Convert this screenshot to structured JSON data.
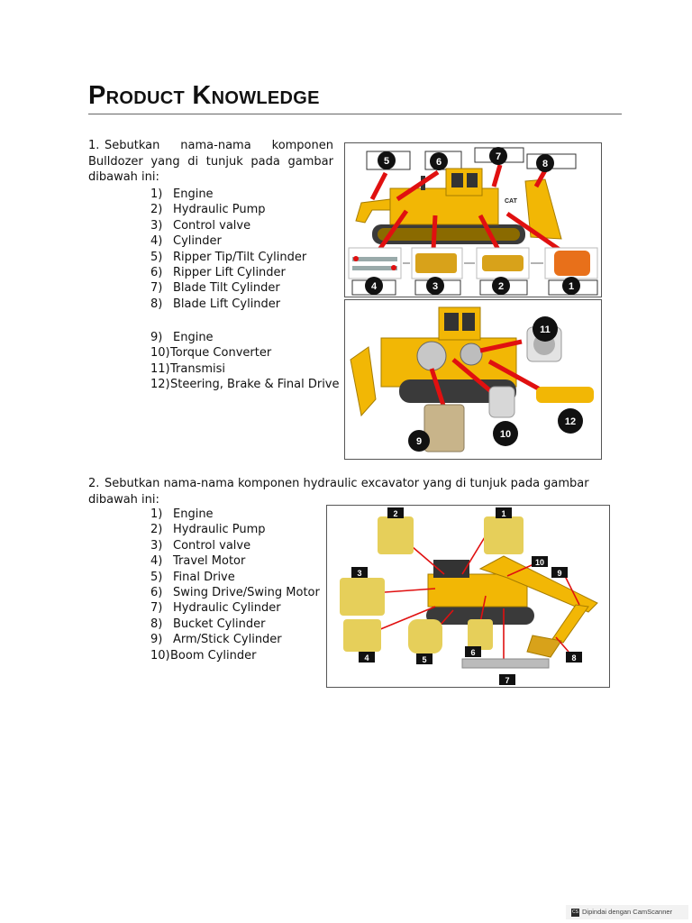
{
  "title": "Product Knowledge",
  "question1": {
    "number": "1.",
    "text": "Sebutkan nama-nama komponen Bulldozer yang di tunjuk pada gambar dibawah ini:",
    "answers_a": [
      {
        "n": "1)",
        "label": "Engine"
      },
      {
        "n": "2)",
        "label": "Hydraulic Pump"
      },
      {
        "n": "3)",
        "label": "Control valve"
      },
      {
        "n": "4)",
        "label": "Cylinder"
      },
      {
        "n": "5)",
        "label": "Ripper Tip/Tilt Cylinder"
      },
      {
        "n": "6)",
        "label": "Ripper Lift Cylinder"
      },
      {
        "n": "7)",
        "label": "Blade Tilt Cylinder"
      },
      {
        "n": "8)",
        "label": "Blade Lift Cylinder"
      }
    ],
    "answers_b": [
      {
        "n": "9)",
        "label": "Engine"
      },
      {
        "n": "10)",
        "label": "Torque Converter"
      },
      {
        "n": "11)",
        "label": "Transmisi"
      },
      {
        "n": "12)",
        "label": "Steering, Brake & Final Drive"
      }
    ],
    "figure1_badges": [
      "1",
      "2",
      "3",
      "4",
      "5",
      "6",
      "7",
      "8"
    ],
    "figure1_decal": "CAT",
    "figure2_badges": [
      "9",
      "10",
      "11",
      "12"
    ]
  },
  "question2": {
    "number": "2.",
    "text": "Sebutkan nama-nama komponen hydraulic excavator yang di tunjuk pada gambar dibawah ini:",
    "answers": [
      {
        "n": "1)",
        "label": "Engine"
      },
      {
        "n": "2)",
        "label": "Hydraulic Pump"
      },
      {
        "n": "3)",
        "label": "Control valve"
      },
      {
        "n": "4)",
        "label": "Travel Motor"
      },
      {
        "n": "5)",
        "label": "Final Drive"
      },
      {
        "n": "6)",
        "label": "Swing Drive/Swing Motor"
      },
      {
        "n": "7)",
        "label": "Hydraulic Cylinder"
      },
      {
        "n": "8)",
        "label": "Bucket Cylinder"
      },
      {
        "n": "9)",
        "label": "Arm/Stick Cylinder"
      },
      {
        "n": "10)",
        "label": "Boom Cylinder"
      }
    ],
    "figure3_badges": [
      "1",
      "2",
      "3",
      "4",
      "5",
      "6",
      "7",
      "8",
      "9",
      "10"
    ]
  },
  "footer": {
    "logo": "CS",
    "scanner_text": "Dipindai dengan CamScanner"
  },
  "colors": {
    "machine_yellow": "#f2b705",
    "arrow_red": "#e01010",
    "badge_black": "#111111",
    "component_orange": "#e8701a"
  }
}
